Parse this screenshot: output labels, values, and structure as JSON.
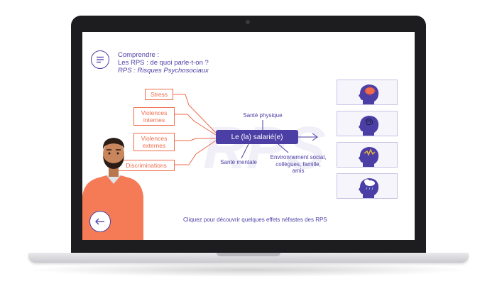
{
  "header": {
    "line1": "Comprendre :",
    "line2": "Les RPS : de quoi parle-t-on ?",
    "line3": "RPS : Risques Psychosociaux"
  },
  "risks": [
    {
      "label": "Stress"
    },
    {
      "label": "Violences internes"
    },
    {
      "label": "Violences externes"
    },
    {
      "label": "Discriminations"
    }
  ],
  "center": {
    "label": "Le (la) salarié(e)"
  },
  "dimensions": {
    "physique": "Santé physique",
    "mentale": "Santé mentale",
    "environnement": "Environnement social, collègues, famille, amis"
  },
  "cards": [
    {
      "icon": "brain-pain-icon"
    },
    {
      "icon": "brain-tangle-icon"
    },
    {
      "icon": "brain-spark-icon"
    },
    {
      "icon": "brain-cloud-icon"
    }
  ],
  "footer": {
    "hint": "Cliquez pour découvrir quelques effets néfastes des RPS"
  },
  "colors": {
    "purple": "#4b3fa6",
    "orange": "#f06b4a",
    "card_bg": "#f6f5fb"
  }
}
